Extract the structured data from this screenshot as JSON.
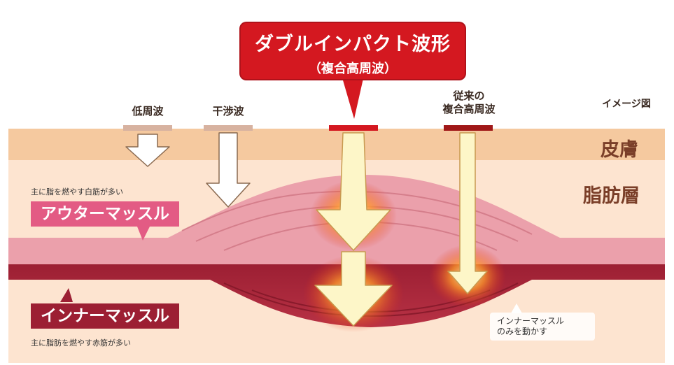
{
  "callout": {
    "title": "ダブルインパクト波形",
    "subtitle": "（複合高周波）"
  },
  "pads": {
    "low_frequency": "低周波",
    "interference": "干渉波",
    "conventional_line1": "従来の",
    "conventional_line2": "複合高周波"
  },
  "image_note": "イメージ図",
  "layers": {
    "skin": "皮膚",
    "fat": "脂肪層"
  },
  "outer_muscle": {
    "label": "アウターマッスル",
    "note": "主に脂を燃やす白筋が多い"
  },
  "inner_muscle": {
    "label": "インナーマッスル",
    "note": "主に脂肪を燃やす赤筋が多い"
  },
  "inner_only_note": {
    "line1": "インナーマッスル",
    "line2": "のみを動かす"
  },
  "colors": {
    "skin": "#f4c9a0",
    "fat": "#fde3cf",
    "outer_muscle": "#e89aa6",
    "inner_muscle": "#a8283a",
    "callout_red": "#d41820",
    "arrow_fill": "#fdf6c8"
  }
}
